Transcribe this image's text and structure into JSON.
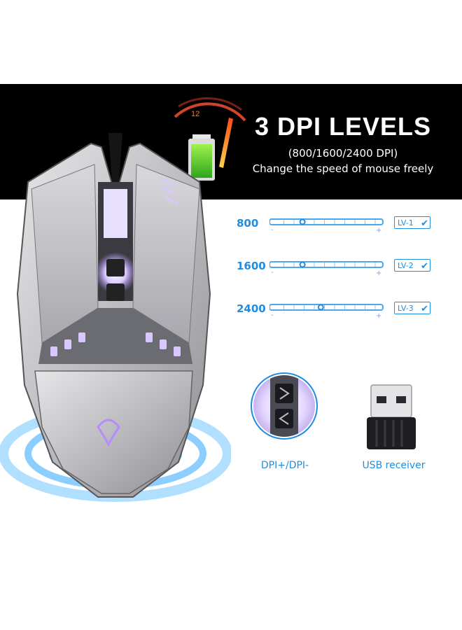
{
  "banner": {
    "title": "3 DPI LEVELS",
    "subtitle": "(800/1600/2400 DPI)",
    "tagline": "Change the speed of mouse freely",
    "gauge_number": "12"
  },
  "levels": [
    {
      "dpi": "800",
      "minus": "-",
      "plus": "+",
      "badge": "LV-1",
      "check": "✔",
      "slider_fraction": 0.28
    },
    {
      "dpi": "1600",
      "minus": "-",
      "plus": "+",
      "badge": "LV-2",
      "check": "✔",
      "slider_fraction": 0.28
    },
    {
      "dpi": "2400",
      "minus": "-",
      "plus": "+",
      "badge": "LV-3",
      "check": "✔",
      "slider_fraction": 0.45
    }
  ],
  "captions": {
    "dpi_buttons": "DPI+/DPI-",
    "receiver": "USB receiver"
  },
  "colors": {
    "accent": "#1f8de0",
    "banner_bg": "#000000",
    "mouse_body": "#c9c9cc",
    "led": "#b58cff"
  }
}
